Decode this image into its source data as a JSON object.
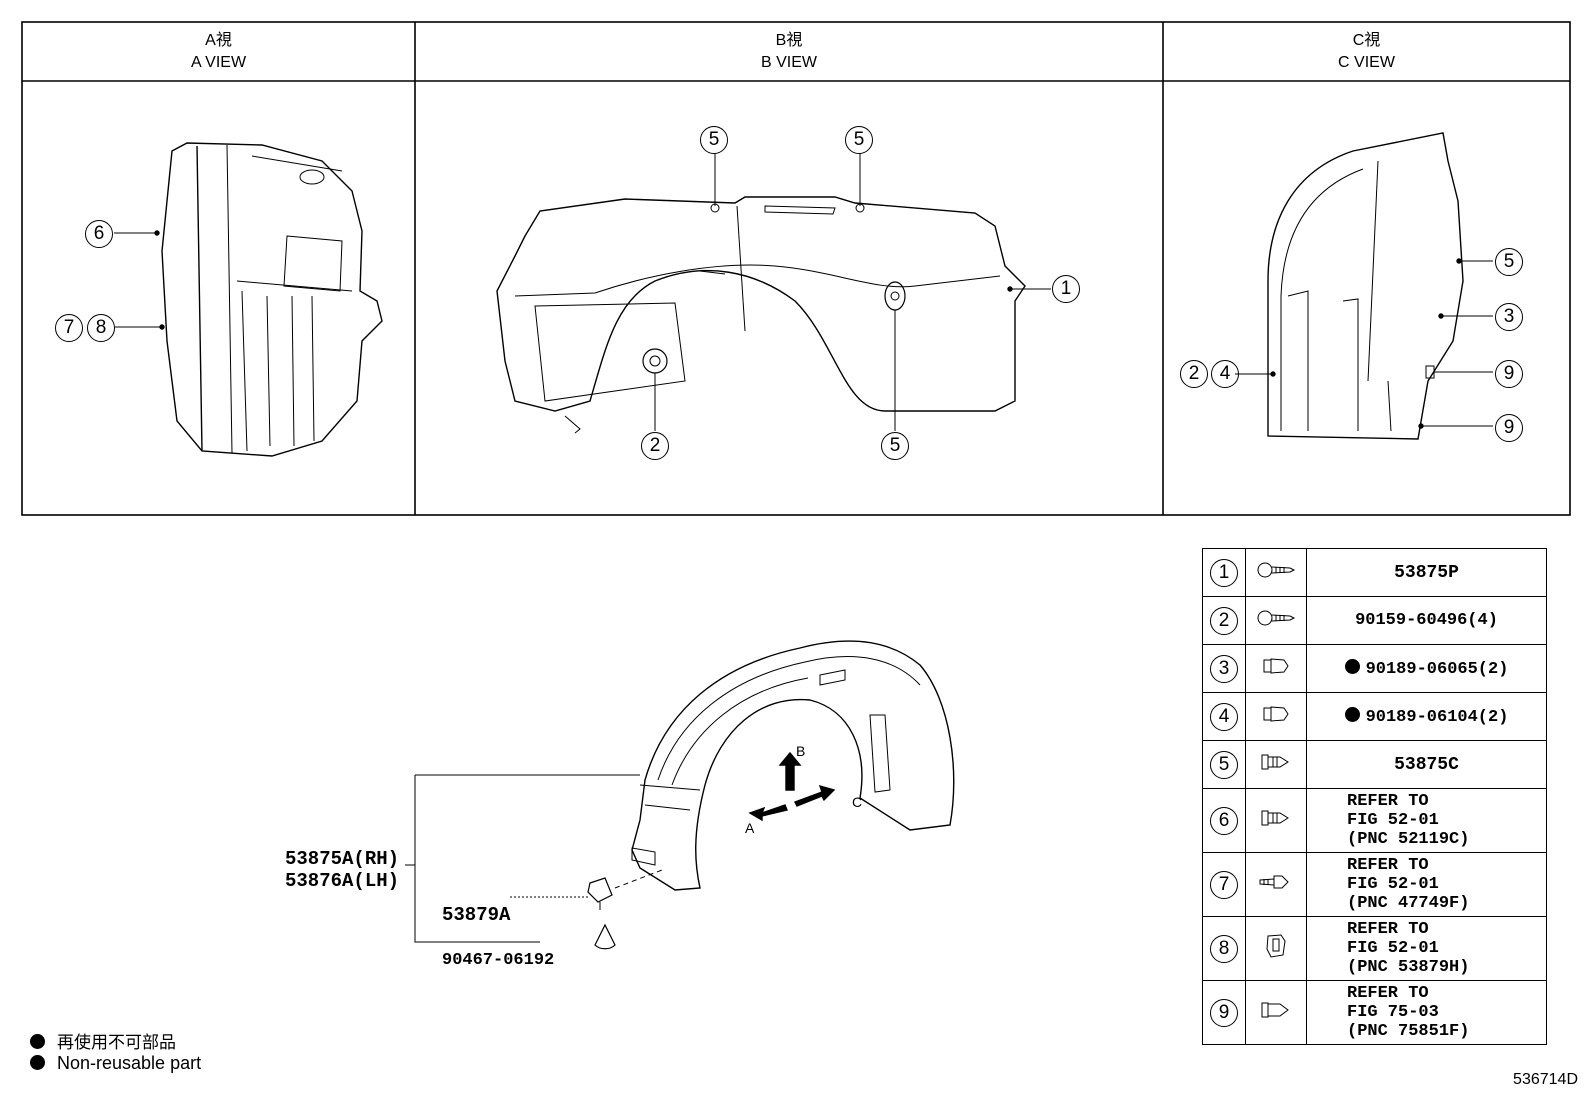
{
  "views": [
    {
      "jp": "A視",
      "en": "A VIEW"
    },
    {
      "jp": "B視",
      "en": "B VIEW"
    },
    {
      "jp": "C視",
      "en": "C VIEW"
    }
  ],
  "callouts": {
    "a_view": [
      "6",
      "7",
      "8"
    ],
    "b_view": [
      "5",
      "5",
      "1",
      "2",
      "5"
    ],
    "c_view": [
      "5",
      "3",
      "2",
      "4",
      "9",
      "9"
    ]
  },
  "main_labels": {
    "liner_rh": "53875A(RH)",
    "liner_lh": "53876A(LH)",
    "retainer": "53879A",
    "clip": "90467-06192",
    "dir_a": "A",
    "dir_b": "B",
    "dir_c": "C"
  },
  "parts_table": [
    {
      "no": "1",
      "icon": "screw-icon",
      "text": "53875P"
    },
    {
      "no": "2",
      "icon": "screw-icon",
      "text": "90159-60496(4)"
    },
    {
      "no": "3",
      "icon": "nut-icon",
      "non_reusable": true,
      "text": "90189-06065(2)"
    },
    {
      "no": "4",
      "icon": "nut-icon",
      "non_reusable": true,
      "text": "90189-06104(2)"
    },
    {
      "no": "5",
      "icon": "clip-icon",
      "text": "53875C"
    },
    {
      "no": "6",
      "icon": "clip-icon",
      "ref1": "REFER TO",
      "ref2": "FIG 52-01",
      "ref3": "(PNC 52119C)"
    },
    {
      "no": "7",
      "icon": "push-clip-icon",
      "ref1": "REFER TO",
      "ref2": "FIG 52-01",
      "ref3": "(PNC 47749F)"
    },
    {
      "no": "8",
      "icon": "retainer-icon",
      "ref1": "REFER TO",
      "ref2": "FIG 52-01",
      "ref3": "(PNC 53879H)"
    },
    {
      "no": "9",
      "icon": "clip-icon",
      "ref1": "REFER TO",
      "ref2": "FIG 75-03",
      "ref3": "(PNC 75851F)"
    }
  ],
  "legend": {
    "jp": "再使用不可部品",
    "en": "Non-reusable part"
  },
  "figure_id": "536714D"
}
